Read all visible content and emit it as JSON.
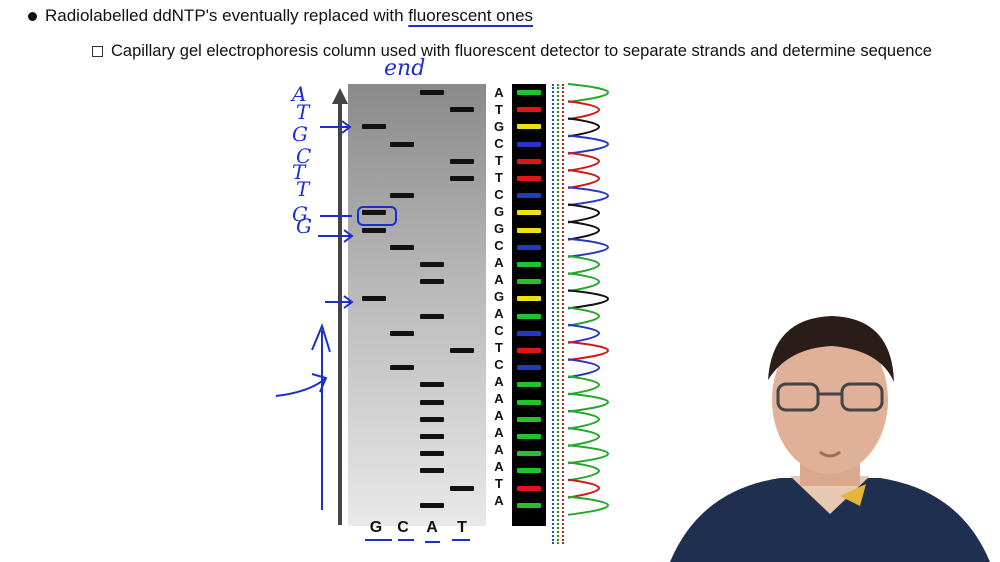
{
  "lines": {
    "bullet": "Radiolabelled ddNTP's eventually replaced with ",
    "bullet_highlight": "fluorescent ones",
    "sub": "Capillary gel electrophoresis column used with fluorescent detector to separate strands and determine sequence"
  },
  "lane_labels": [
    "G",
    "C",
    "A",
    "T"
  ],
  "sequence": [
    "A",
    "T",
    "G",
    "C",
    "T",
    "T",
    "C",
    "G",
    "G",
    "C",
    "A",
    "A",
    "G",
    "A",
    "C",
    "T",
    "C",
    "A",
    "A",
    "A",
    "A",
    "A",
    "A",
    "T",
    "A"
  ],
  "annotations": {
    "top_word": "end",
    "left_letters": [
      "A",
      "T",
      "G",
      "C",
      "T",
      "T",
      "G",
      "G"
    ]
  },
  "colors": {
    "A": "#22c22a",
    "T": "#e01515",
    "G": "#f0e010",
    "C": "#2438c8",
    "ink": "#1b2fd0"
  }
}
